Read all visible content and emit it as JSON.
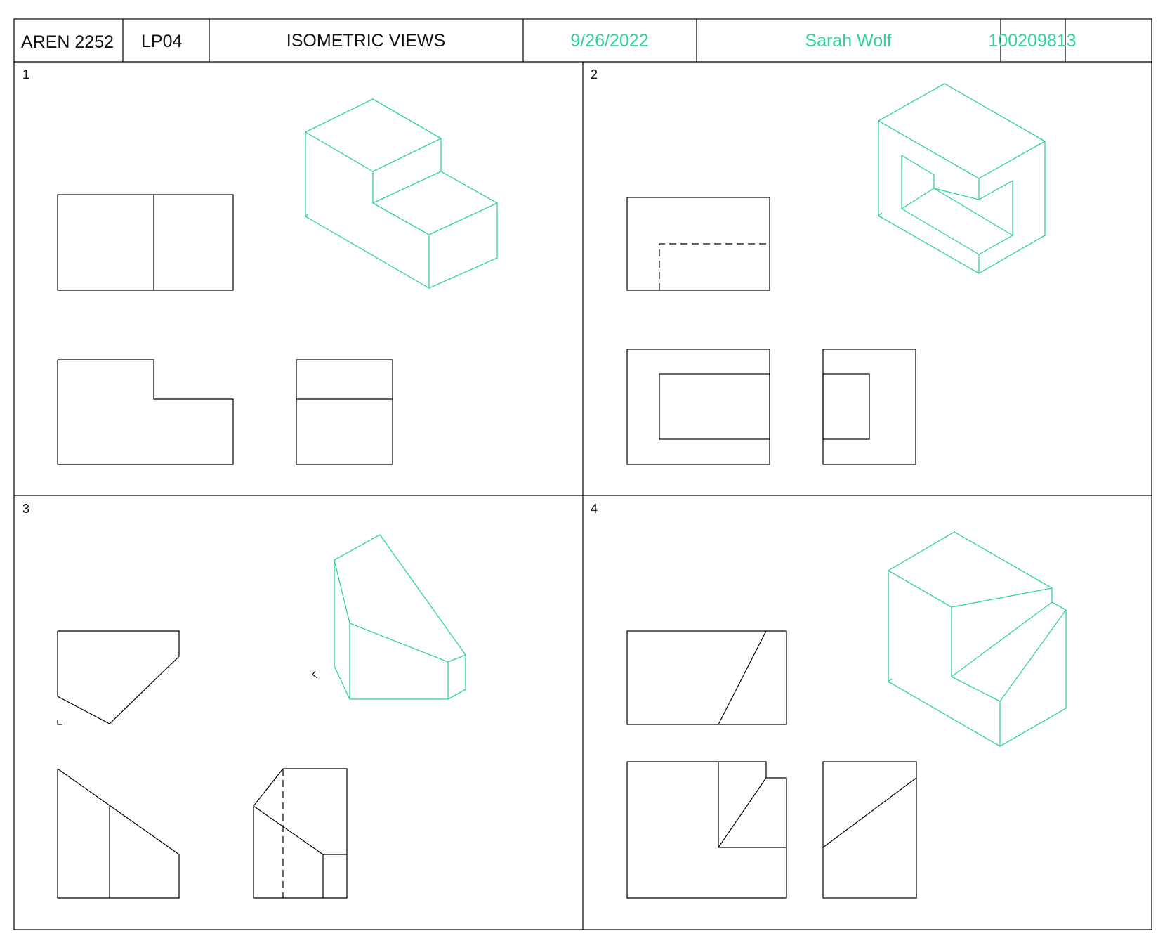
{
  "title_block": {
    "course": "AREN 2252",
    "assignment": "LP04",
    "title": "ISOMETRIC VIEWS",
    "date": "9/26/2022",
    "student_name": "Sarah Wolf",
    "student_id": "100209813"
  },
  "panels": [
    {
      "number": "1"
    },
    {
      "number": "2"
    },
    {
      "number": "3"
    },
    {
      "number": "4"
    }
  ],
  "colors": {
    "isometric_stroke": "#2fd3a1",
    "student_text": "#2fd3a1",
    "line": "#000000"
  }
}
